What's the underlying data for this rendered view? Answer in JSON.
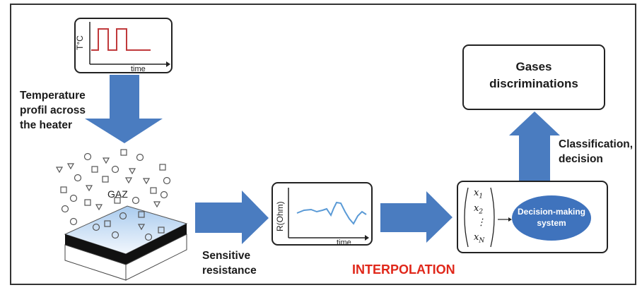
{
  "temp_profile": {
    "y_axis": "T°C",
    "x_axis": "time"
  },
  "labels": {
    "temperature": [
      "Temperature",
      "profil across",
      "the heater"
    ],
    "gaz": "GAZ",
    "sensitive": [
      "Sensitive",
      "resistance"
    ],
    "interpolation": "INTERPOLATION",
    "classification": [
      "Classification,",
      "decision"
    ],
    "gases": [
      "Gases",
      "discriminations"
    ]
  },
  "resistance_plot": {
    "y_axis": "R(Ohm)",
    "x_axis": "time"
  },
  "decision": {
    "vector": [
      "x1",
      "x2",
      "⋮",
      "xN"
    ],
    "system": [
      "Decision-making",
      "system"
    ]
  },
  "colors": {
    "arrow": "#4a7cc0",
    "ellipse": "#3f73bd",
    "signal_red": "#c0393b",
    "signal_blue": "#5a9ad6",
    "interp": "#e0271a"
  }
}
